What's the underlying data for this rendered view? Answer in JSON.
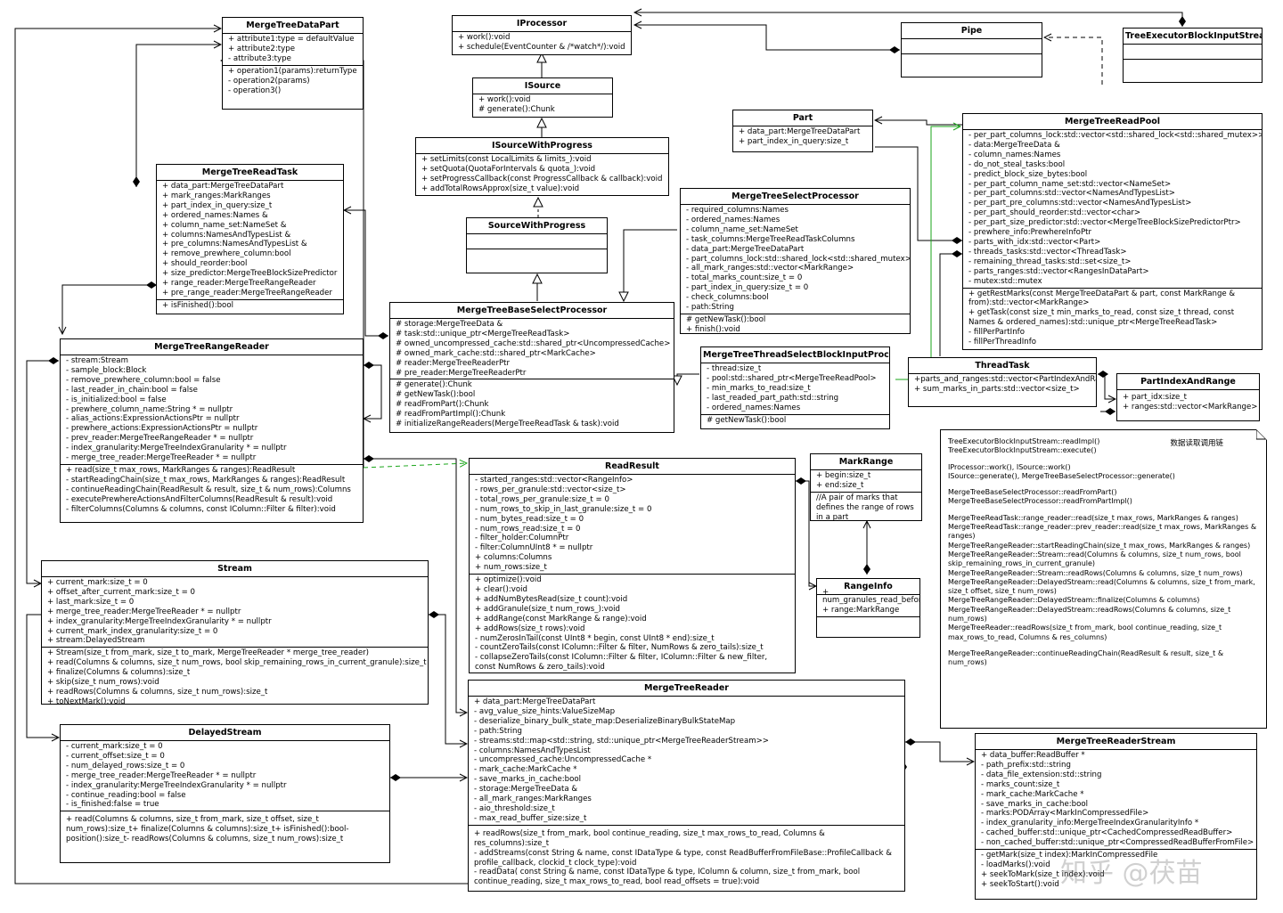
{
  "classes": {
    "merge_tree_data_part": {
      "name": "MergeTreeDataPart",
      "attributes": [
        "+ attribute1:type = defaultValue",
        "+ attribute2:type",
        "- attribute3:type"
      ],
      "operations": [
        "+ operation1(params):returnType",
        "- operation2(params)",
        "- operation3()"
      ]
    },
    "iprocessor": {
      "name": "IProcessor",
      "attributes": [
        "+ work():void",
        "+ schedule(EventCounter & /*watch*/):void"
      ],
      "operations": []
    },
    "pipe": {
      "name": "Pipe"
    },
    "tree_executor_block_input_stream": {
      "name": "TreeExecutorBlockInputStream"
    },
    "isource": {
      "name": "ISource",
      "attributes": [
        "+ work():void",
        "# generate():Chunk"
      ],
      "operations": []
    },
    "isource_with_progress": {
      "name": "ISourceWithProgress",
      "attributes": [
        "+ setLimits(const LocalLimits & limits_):void",
        "+ setQuota(QuotaForIntervals & quota_):void",
        "+ setProgressCallback(const ProgressCallback & callback):void",
        "+ addTotalRowsApprox(size_t value):void"
      ],
      "operations": []
    },
    "source_with_progress": {
      "name": "SourceWithProgress"
    },
    "part": {
      "name": "Part",
      "attributes": [
        "+ data_part:MergeTreeDataPart",
        "+ part_index_in_query:size_t"
      ]
    },
    "merge_tree_read_pool": {
      "name": "MergeTreeReadPool",
      "attributes": [
        "- per_part_columns_lock:std::vector<std::shared_lock<std::shared_mutex>>",
        "- data:MergeTreeData &",
        "- column_names:Names",
        "- do_not_steal_tasks:bool",
        "- predict_block_size_bytes:bool",
        "- per_part_column_name_set:std::vector<NameSet>",
        "- per_part_columns:std::vector<NamesAndTypesList>",
        "- per_part_pre_columns:std::vector<NamesAndTypesList>",
        "- per_part_should_reorder:std::vector<char>",
        "- per_part_size_predictor:std::vector<MergeTreeBlockSizePredictorPtr>",
        "- prewhere_info:PrewhereInfoPtr",
        "- parts_with_idx:std::vector<Part>",
        "- threads_tasks:std::vector<ThreadTask>",
        "- remaining_thread_tasks:std::set<size_t>",
        "- parts_ranges:std::vector<RangesInDataPart>",
        "- mutex:std::mutex"
      ],
      "operations": [
        "+ getRestMarks(const MergeTreeDataPart & part, const MarkRange & from):std::vector<MarkRange>",
        "+ getTask(const size_t min_marks_to_read, const size_t thread, const Names & ordered_names):std::unique_ptr<MergeTreeReadTask>",
        "- fillPerPartInfo",
        "- fillPerThreadInfo"
      ]
    },
    "merge_tree_read_task": {
      "name": "MergeTreeReadTask",
      "attributes": [
        "+ data_part:MergeTreeDataPart",
        "+ mark_ranges:MarkRanges",
        "+ part_index_in_query:size_t",
        "+ ordered_names:Names &",
        "+ column_name_set:NameSet &",
        "+ columns:NamesAndTypesList &",
        "+ pre_columns:NamesAndTypesList &",
        "+ remove_prewhere_column:bool",
        "+ should_reorder:bool",
        "+ size_predictor:MergeTreeBlockSizePredictor",
        "+ range_reader:MergeTreeRangeReader",
        "+ pre_range_reader:MergeTreeRangeReader"
      ],
      "operations": [
        "+ isFinished():bool"
      ]
    },
    "merge_tree_select_processor": {
      "name": "MergeTreeSelectProcessor",
      "attributes": [
        "- required_columns:Names",
        "- ordered_names:Names",
        "- column_name_set:NameSet",
        "- task_columns:MergeTreeReadTaskColumns",
        "- data_part:MergeTreeDataPart",
        "- part_columns_lock:std::shared_lock<std::shared_mutex>",
        "- all_mark_ranges:std::vector<MarkRange>",
        "- total_marks_count:size_t = 0",
        "- part_index_in_query:size_t = 0",
        "- check_columns:bool",
        "- path:String"
      ],
      "operations": [
        "# getNewTask():bool",
        "+ finish():void"
      ]
    },
    "merge_tree_base_select_processor": {
      "name": "MergeTreeBaseSelectProcessor",
      "attributes": [
        "# storage:MergeTreeData &",
        "# task:std::unique_ptr<MergeTreeReadTask>",
        "# owned_uncompressed_cache:std::shared_ptr<UncompressedCache>",
        "# owned_mark_cache:std::shared_ptr<MarkCache>",
        "# reader:MergeTreeReaderPtr",
        "# pre_reader:MergeTreeReaderPtr"
      ],
      "operations": [
        "# generate():Chunk",
        "# getNewTask():bool",
        "# readFromPart():Chunk",
        "# readFromPartImpl():Chunk",
        "# initializeRangeReaders(MergeTreeReadTask & task):void"
      ]
    },
    "merge_tree_thread_select_block_input_processor": {
      "name": "MergeTreeThreadSelectBlockInputProcessor",
      "attributes": [
        "- thread:size_t",
        "- pool:std::shared_ptr<MergeTreeReadPool>",
        "- min_marks_to_read:size_t",
        "- last_readed_part_path:std::string",
        "- ordered_names:Names"
      ],
      "operations": [
        "# getNewTask():bool"
      ]
    },
    "thread_task": {
      "name": "ThreadTask",
      "attributes": [
        "+parts_and_ranges:std::vector<PartIndexAndRange>",
        "+ sum_marks_in_parts:std::vector<size_t>"
      ]
    },
    "part_index_and_range": {
      "name": "PartIndexAndRange",
      "attributes": [
        "+ part_idx:size_t",
        "+ ranges:std::vector<MarkRange>"
      ]
    },
    "merge_tree_range_reader": {
      "name": "MergeTreeRangeReader",
      "attributes": [
        "- stream:Stream",
        "- sample_block:Block",
        "- remove_prewhere_column:bool = false",
        "- last_reader_in_chain:bool = false",
        "- is_initialized:bool = false",
        "- prewhere_column_name:String * = nullptr",
        "- alias_actions:ExpressionActionsPtr = nullptr",
        "- prewhere_actions:ExpressionActionsPtr = nullptr",
        "- prev_reader:MergeTreeRangeReader * = nullptr",
        "- index_granularity:MergeTreeIndexGranularity * = nullptr",
        "- merge_tree_reader:MergeTreeReader * = nullptr"
      ],
      "operations": [
        "+ read(size_t max_rows, MarkRanges & ranges):ReadResult",
        "- startReadingChain(size_t max_rows, MarkRanges & ranges):ReadResult",
        "- continueReadingChain(ReadResult & result, size_t & num_rows):Columns",
        "- executePrewhereActionsAndFilterColumns(ReadResult & result):void",
        "- filterColumns(Columns & columns, const IColumn::Filter & filter):void"
      ]
    },
    "read_result": {
      "name": "ReadResult",
      "attributes": [
        "- started_ranges:std::vector<RangeInfo>",
        "- rows_per_granule:std::vector<size_t>",
        "- total_rows_per_granule:size_t = 0",
        "- num_rows_to_skip_in_last_granule:size_t = 0",
        "- num_bytes_read:size_t = 0",
        "- num_rows_read:size_t = 0",
        "- filter_holder:ColumnPtr",
        "- filter:ColumnUInt8 * = nullptr",
        "+ columns:Columns",
        "+ num_rows:size_t"
      ],
      "operations": [
        "+ optimize():void",
        "+ clear():void",
        "+ addNumBytesRead(size_t count):void",
        "+ addGranule(size_t num_rows_):void",
        "+ addRange(const MarkRange & range):void",
        "+ addRows(size_t rows):void",
        "- numZerosInTail(const UInt8 * begin, const UInt8 * end):size_t",
        "- countZeroTails(const IColumn::Filter & filter, NumRows & zero_tails):size_t",
        "- collapseZeroTails(const IColumn::Filter & filter, IColumn::Filter & new_filter, const NumRows & zero_tails):void"
      ]
    },
    "mark_range": {
      "name": "MarkRange",
      "attributes": [
        "+ begin:size_t",
        "+ end:size_t"
      ],
      "operations": [
        "//A pair of marks that defines the range of rows in a part"
      ]
    },
    "range_info": {
      "name": "RangeInfo",
      "attributes": [
        "+",
        "num_granules_read_before_start:size_t",
        "+ range:MarkRange"
      ]
    },
    "stream": {
      "name": "Stream",
      "attributes": [
        "+ current_mark:size_t = 0",
        "+ offset_after_current_mark:size_t = 0",
        "+ last_mark:size_t = 0",
        "+ merge_tree_reader:MergeTreeReader * = nullptr",
        "+ index_granularity:MergeTreeIndexGranularity * = nullptr",
        "+ current_mark_index_granularity:size_t = 0",
        "+ stream:DelayedStream"
      ],
      "operations": [
        "+ Stream(size_t from_mark, size_t to_mark, MergeTreeReader * merge_tree_reader)",
        "+ read(Columns & columns, size_t num_rows, bool skip_remaining_rows_in_current_granule):size_t",
        "+ finalize(Columns & columns):size_t",
        "+ skip(size_t num_rows):void",
        "+ readRows(Columns & columns, size_t num_rows):size_t",
        "+ toNextMark():void"
      ]
    },
    "delayed_stream": {
      "name": "DelayedStream",
      "attributes": [
        "- current_mark:size_t = 0",
        "- current_offset:size_t = 0",
        "- num_delayed_rows:size_t = 0",
        "- merge_tree_reader:MergeTreeReader * = nullptr",
        "- index_granularity:MergeTreeIndexGranularity * = nullptr",
        "- continue_reading:bool = false",
        "- is_finished:false = true"
      ],
      "operations": [
        "+ read(Columns & columns, size_t from_mark, size_t offset, size_t num_rows):size_t+ finalize(Columns & columns):size_t+ isFinished():bool- position():size_t- readRows(Columns & columns, size_t num_rows):size_t"
      ]
    },
    "merge_tree_reader": {
      "name": "MergeTreeReader",
      "attributes": [
        "+ data_part:MergeTreeDataPart",
        "- avg_value_size_hints:ValueSizeMap",
        "- deserialize_binary_bulk_state_map:DeserializeBinaryBulkStateMap",
        "- path:String",
        "- streams:std::map<std::string, std::unique_ptr<MergeTreeReaderStream>>",
        "- columns:NamesAndTypesList",
        "- uncompressed_cache:UncompressedCache *",
        "- mark_cache:MarkCache *",
        "- save_marks_in_cache:bool",
        "- storage:MergeTreeData &",
        "- all_mark_ranges:MarkRanges",
        "- aio_threshold:size_t",
        "- max_read_buffer_size:size_t"
      ],
      "operations": [
        "+ readRows(size_t from_mark, bool continue_reading, size_t max_rows_to_read, Columns & res_columns):size_t",
        "- addStreams(const String & name, const IDataType & type,        const ReadBufferFromFileBase::ProfileCallback & profile_callback, clockid_t clock_type):void",
        "- readData( const String & name, const IDataType & type, IColumn & column, size_t from_mark, bool continue_reading, size_t max_rows_to_read, bool read_offsets = true):void"
      ]
    },
    "merge_tree_reader_stream": {
      "name": "MergeTreeReaderStream",
      "attributes": [
        "+ data_buffer:ReadBuffer *",
        "- path_prefix:std::string",
        "- data_file_extension:std::string",
        "- marks_count:size_t",
        "- mark_cache:MarkCache *",
        "- save_marks_in_cache:bool",
        "- marks:PODArray<MarkInCompressedFile>",
        "- index_granularity_info:MergeTreeIndexGranularityInfo *",
        "- cached_buffer:std::unique_ptr<CachedCompressedReadBuffer>",
        "- non_cached_buffer:std::unique_ptr<CompressedReadBufferFromFile>"
      ],
      "operations": [
        "- getMark(size_t index):MarkInCompressedFile",
        "- loadMarks():void",
        "+ seekToMark(size_t index):void",
        "+ seekToStart():void"
      ]
    }
  },
  "note": {
    "title": "数据读取调用链",
    "lines": [
      "TreeExecutorBlockInputStream::readImpl()",
      "TreeExecutorBlockInputStream::execute()",
      "",
      "IProcessor::work(), ISource::work()",
      "ISource::generate(), MergeTreeBaseSelectProcessor::generate()",
      "",
      "MergeTreeBaseSelectProcessor::readFromPart()",
      "MergeTreeBaseSelectProcessor::readFromPartImpl()",
      "",
      "MergeTreeReadTask::range_reader::read(size_t max_rows, MarkRanges & ranges)",
      "MergeTreeReadTask::range_reader::prev_reader::read(size_t max_rows, MarkRanges & ranges)",
      "MergeTreeRangeReader::startReadingChain(size_t max_rows, MarkRanges & ranges)",
      "MergeTreeRangeReader::Stream::read(Columns & columns, size_t num_rows, bool skip_remaining_rows_in_current_granule)",
      "MergeTreeRangeReader::Stream::readRows(Columns & columns, size_t num_rows)",
      "MergeTreeRangeReader::DelayedStream::read(Columns & columns, size_t from_mark, size_t offset, size_t num_rows)",
      "MergeTreeRangeReader::DelayedStream::finalize(Columns & columns)",
      "MergeTreeRangeReader::DelayedStream::readRows(Columns & columns, size_t num_rows)",
      "MergeTreeReader::readRows(size_t from_mark, bool continue_reading, size_t max_rows_to_read, Columns & res_columns)",
      "",
      "MergeTreeRangeReader::continueReadingChain(ReadResult & result, size_t & num_rows)"
    ]
  },
  "watermark": "知乎 @茯苗"
}
